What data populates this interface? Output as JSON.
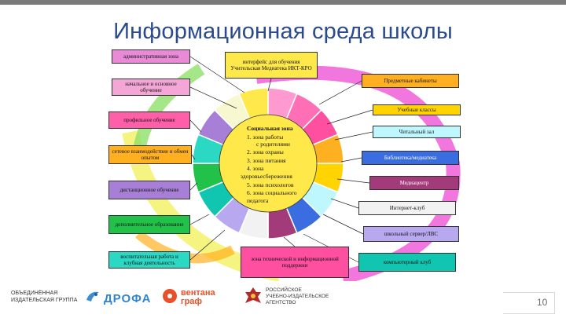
{
  "title": "Информационная среда школы",
  "center": {
    "heading": "Социальная зона",
    "items": [
      "1. зона работы",
      "с родителями",
      "2. зона охраны",
      "3. зона питания",
      "4. зона",
      "здоровьесбережения",
      "5. зона психологов",
      "6. зона социального",
      "педагога"
    ]
  },
  "left_boxes": [
    {
      "label": "административная зона",
      "color": "#e88ad6"
    },
    {
      "label": "начальное и основное обучение",
      "color": "#f4a7d6"
    },
    {
      "label": "профильное обучение",
      "color": "#ff5fa8"
    },
    {
      "label": "сетевое взаимодействие и обмен опытом",
      "color": "#ffb020"
    },
    {
      "label": "дистанционное обучение",
      "color": "#a77fd6"
    },
    {
      "label": "дополнительное образование",
      "color": "#22c24a"
    },
    {
      "label": "воспитательная работа и клубная деятельность",
      "color": "#2ad8c4"
    }
  ],
  "right_boxes": [
    {
      "label": "Предметные кабинеты",
      "color": "#ffb020"
    },
    {
      "label": "Учебные классы",
      "color": "#ffd400"
    },
    {
      "label": "Читальный зал",
      "color": "#bff7ff"
    },
    {
      "label": "Библиотека/медиатека",
      "color": "#3a6de0"
    },
    {
      "label": "Медиацентр",
      "color": "#a33a7a"
    },
    {
      "label": "Интернет-клуб",
      "color": "#f2f2f2"
    },
    {
      "label": "школьный сервер/ЛВС",
      "color": "#b7a8f0"
    },
    {
      "label": "компьютерный клуб",
      "color": "#10c6b0"
    }
  ],
  "top_box": {
    "label": "интерфейс для обучения Учительская Медиатека ИКТ-КРО",
    "color": "#ffe94a"
  },
  "bottom_box": {
    "label": "зона технической и информационной поддержки",
    "color": "#ff4fa0"
  },
  "footer": {
    "publisher": [
      "ОБЪЕДИНЁННАЯ",
      "ИЗДАТЕЛЬСКАЯ ГРУППА"
    ],
    "drofa": "ДРОФА",
    "ventana": [
      "вентана",
      "граф"
    ],
    "russian": [
      "РОССИЙСКОЕ",
      "УЧЕБНО-ИЗДАТЕЛЬСКОЕ",
      "АГЕНТСТВО"
    ],
    "page_number": "10"
  },
  "colors": {
    "title": "#2b4a8b",
    "wheel": [
      "#ff9ad0",
      "#ff6fb5",
      "#ff4fa0",
      "#ffb020",
      "#ffd400",
      "#bff7ff",
      "#3a6de0",
      "#a33a7a",
      "#f2f2f2",
      "#b7a8f0",
      "#10c6b0",
      "#22c24a",
      "#2ad8c4",
      "#a77fd6",
      "#f7f7d0",
      "#ffe94a"
    ]
  }
}
